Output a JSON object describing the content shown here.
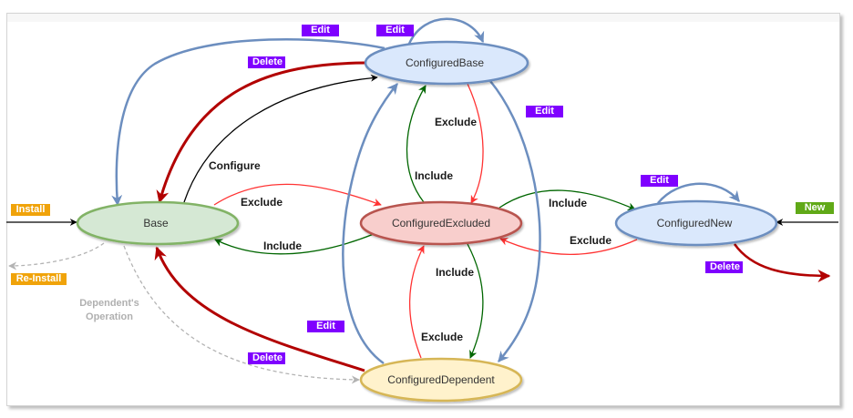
{
  "colors": {
    "purple_tag": "#7f00ff",
    "orange_tag": "#f0a30a",
    "green_tag": "#60a917",
    "blue_edge": "#6c8ebf",
    "red_edge": "#b20000",
    "green_edge": "#006600",
    "light_red_edge": "#ff3333",
    "grey_dashed": "#b3b3b3"
  },
  "nodes": {
    "base": "Base",
    "configured_base": "ConfiguredBase",
    "configured_excluded": "ConfiguredExcluded",
    "configured_new": "ConfiguredNew",
    "configured_dependent": "ConfiguredDependent"
  },
  "edge_labels": {
    "configure": "Configure",
    "exclude_base_to_excluded": "Exclude",
    "include_excluded_to_base": "Include",
    "exclude_cbase_to_excluded": "Exclude",
    "include_excluded_to_cbase": "Include",
    "include_excluded_to_new": "Include",
    "exclude_new_to_excluded": "Exclude",
    "include_excluded_to_dependent": "Include",
    "exclude_dependent_to_excluded": "Exclude",
    "dependents_operation_line1": "Dependent's",
    "dependents_operation_line2": "Operation"
  },
  "tags": {
    "edit_cbase_to_base": "Edit",
    "edit_cbase_self": "Edit",
    "delete_cbase": "Delete",
    "edit_cbase_to_dependent": "Edit",
    "edit_dependent_to_cbase": "Edit",
    "delete_dependent": "Delete",
    "edit_new_self": "Edit",
    "delete_new": "Delete",
    "install": "Install",
    "reinstall": "Re-Install",
    "new": "New"
  }
}
